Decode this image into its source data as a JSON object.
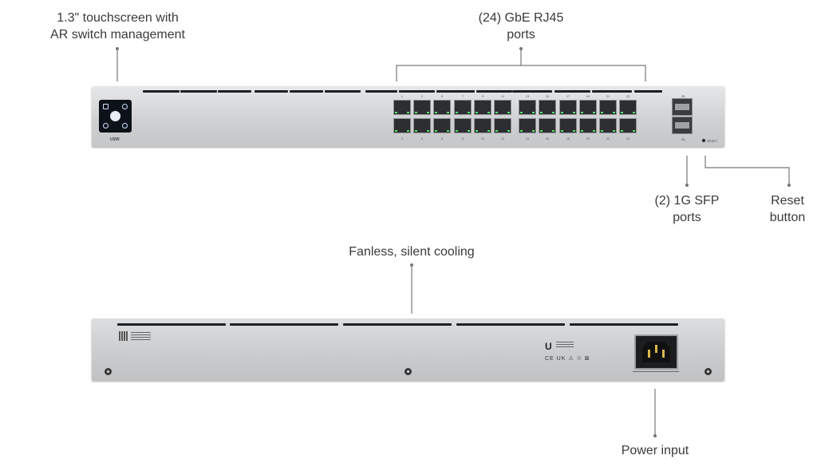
{
  "callouts": {
    "touchscreen": [
      "1.3\" touchscreen with",
      "AR switch management"
    ],
    "rj45": [
      "(24) GbE RJ45",
      "ports"
    ],
    "sfp": [
      "(2) 1G SFP",
      "ports"
    ],
    "reset": [
      "Reset",
      "button"
    ],
    "cooling": "Fanless, silent cooling",
    "power": "Power input"
  },
  "front_panel": {
    "model_label": "USW",
    "reset_label": "RESET",
    "port_numbers_top": [
      "1",
      "3",
      "5",
      "7",
      "9",
      "11",
      "13",
      "15",
      "17",
      "19",
      "21",
      "23"
    ],
    "port_numbers_bottom": [
      "2",
      "4",
      "6",
      "8",
      "10",
      "12",
      "14",
      "16",
      "18",
      "20",
      "22",
      "24"
    ],
    "sfp_number_top": "25",
    "sfp_number_bottom": "26"
  },
  "rear_panel": {
    "brand_mark": "U",
    "cert_marks": "CE UK ⚠ ♲ ⊠"
  },
  "colors": {
    "chassis": "#cfd1d3",
    "port_led": "#58e06b",
    "screen": "#0d1119"
  }
}
